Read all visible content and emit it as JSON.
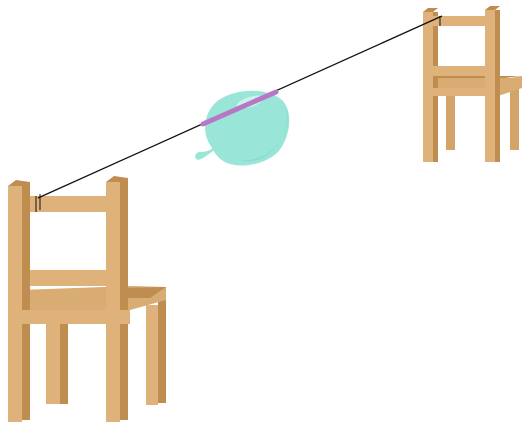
{
  "scene": {
    "objects": [
      "chair",
      "chair",
      "string",
      "straw",
      "balloon"
    ],
    "colors": {
      "background": "#ffffff",
      "wood_light": "#deb27a",
      "wood_mid": "#d4a367",
      "wood_dark": "#c08d50",
      "wood_seat": "#d8ac72",
      "string": "#111111",
      "straw": "#b777c4",
      "balloon": "#99e6d8",
      "balloon_shade": "#86dccd",
      "balloon_highlight": "#c9f4ec"
    }
  }
}
